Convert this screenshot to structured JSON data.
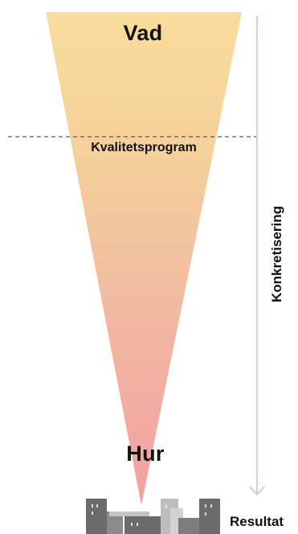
{
  "diagram": {
    "top_label": "Vad",
    "milestone_label": "Kvalitetsprogram",
    "bottom_label": "Hur",
    "axis_label": "Konkretisering",
    "result_label": "Resultat"
  },
  "colors": {
    "funnel_top": "#f7dc9d",
    "funnel_bottom": "#f2a2a2",
    "arrow": "#c9d3d6",
    "dashed_line": "#333333",
    "building_dark": "#6b6b6b",
    "building_mid": "#8f8f8f",
    "building_light": "#bdbdbd"
  }
}
